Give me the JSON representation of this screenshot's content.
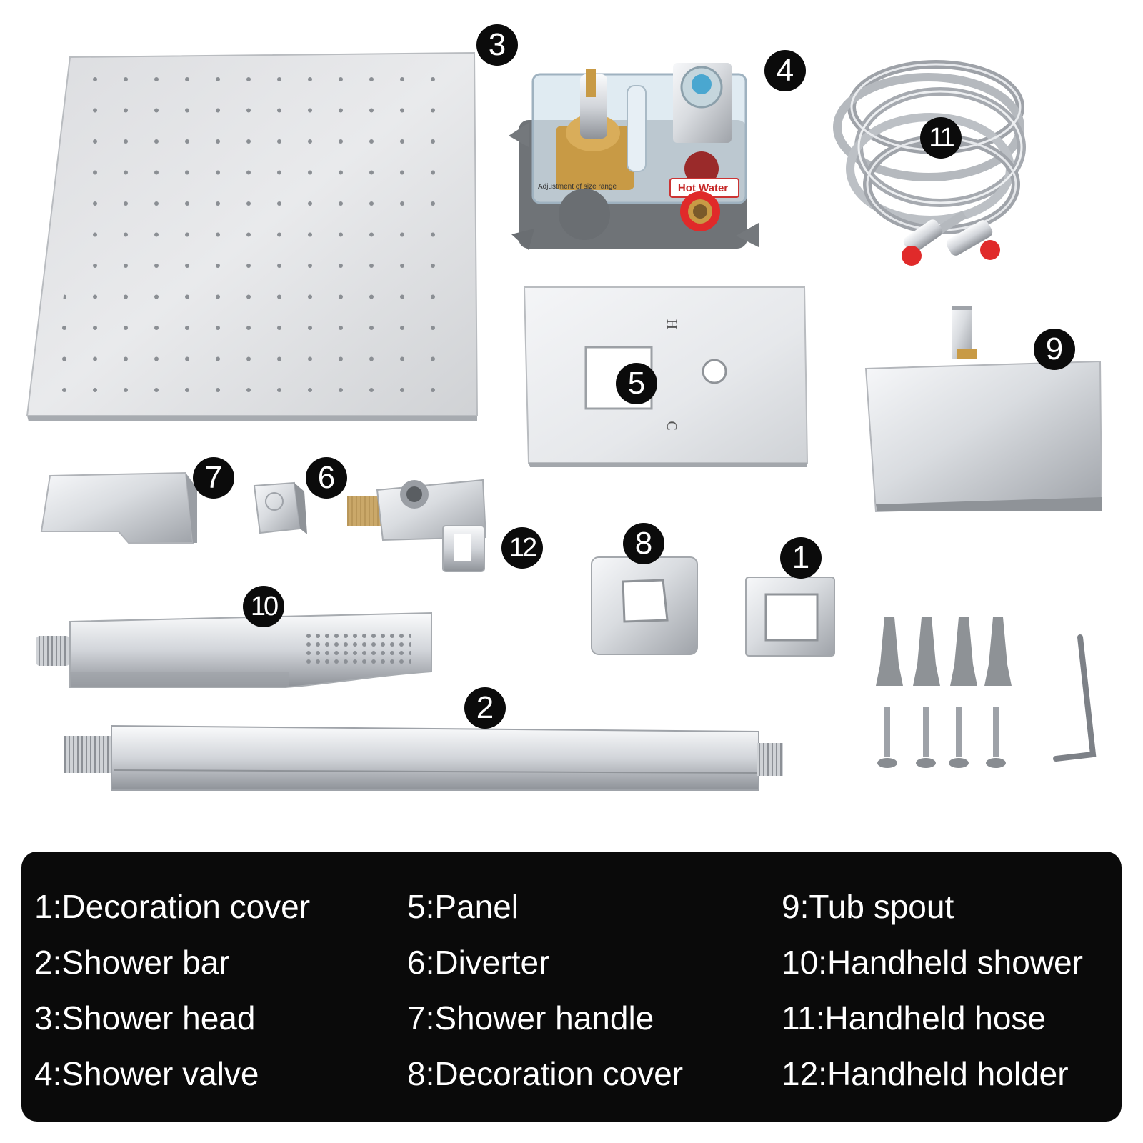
{
  "callouts": {
    "n1": "1",
    "n2": "2",
    "n3": "3",
    "n4": "4",
    "n5": "5",
    "n6": "6",
    "n7": "7",
    "n8": "8",
    "n9": "9",
    "n10": "10",
    "n11": "11",
    "n12": "12"
  },
  "valve_labels": {
    "adjustment": "Adjustment of size range",
    "hot_water": "Hot Water"
  },
  "panel_marks": {
    "hot": "H",
    "cold": "C"
  },
  "legend": {
    "col1": [
      "1:Decoration cover",
      "2:Shower bar",
      "3:Shower head",
      "4:Shower valve"
    ],
    "col2": [
      "5:Panel",
      "6:Diverter",
      "7:Shower handle",
      "8:Decoration cover"
    ],
    "col3": [
      "9:Tub spout",
      "10:Handheld shower",
      "11:Handheld hose",
      "12:Handheld holder"
    ]
  },
  "colors": {
    "chrome_light": "#f2f3f5",
    "chrome_mid": "#c9ccd1",
    "chrome_dark": "#8d9197",
    "brass": "#c89a45",
    "valve_box": "#6f7377",
    "red_accent": "#e02a2a",
    "legend_bg": "#0a0a0a"
  }
}
